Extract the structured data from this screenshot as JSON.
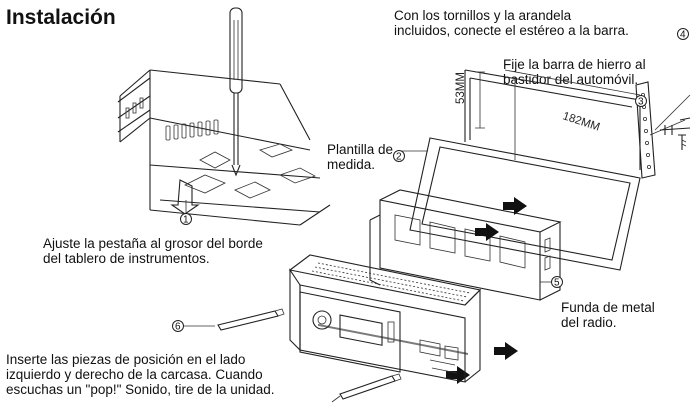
{
  "title": "Instalación",
  "labels": {
    "screw_text": "Con los tornillos y la arandela\nincluidos, conecte el estéreo a la barra.",
    "bar_text": "Fije la barra de hierro al\nbastidor del automóvil.",
    "template_text": "Plantilla de\nmedida.",
    "tab_text": "Ajuste la pestaña al grosor del borde\ndel tablero de instrumentos.",
    "sleeve_text": "Funda de metal\ndel radio.",
    "insert_text": "Inserte las piezas de posición en el lado\nizquierdo y derecho de la carcasa. Cuando\nescuchas un \"pop!\" Sonido, tire de la unidad."
  },
  "callouts": [
    "1",
    "2",
    "3",
    "4",
    "5",
    "6"
  ],
  "dimensions": {
    "width": "182MM",
    "height": "53MM"
  },
  "icons": [
    "screwdriver-icon",
    "arrow-icon",
    "radio-unit-icon",
    "mounting-bar-icon",
    "screw-icon"
  ]
}
